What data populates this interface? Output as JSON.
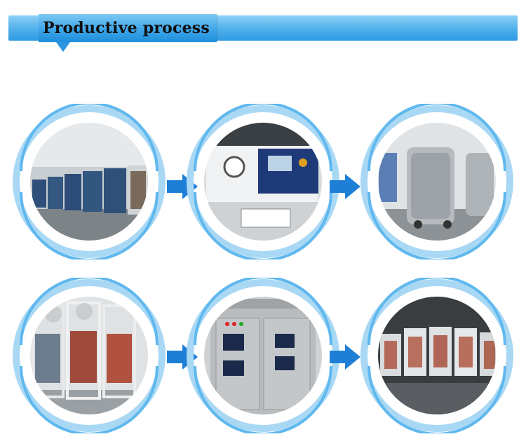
{
  "header": {
    "title": "Productive process"
  },
  "colors": {
    "ring_light": "#a9d8f5",
    "ring_mid": "#5fb8ee",
    "arrow_blue": "#1f7fd6",
    "header_blue": "#3aa3e8"
  },
  "steps": [
    {
      "icon": "production-line-photo"
    },
    {
      "icon": "control-panel-photo"
    },
    {
      "icon": "tank-wrapping-photo"
    },
    {
      "icon": "unit-frames-photo"
    },
    {
      "icon": "electrical-cabinet-photo"
    },
    {
      "icon": "finished-units-photo"
    }
  ]
}
